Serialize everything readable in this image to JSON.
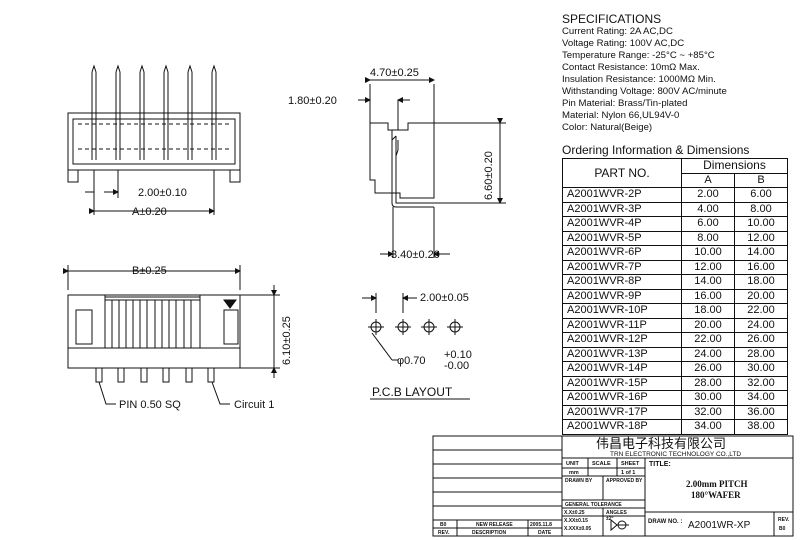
{
  "specifications": {
    "title": "SPECIFICATIONS",
    "lines": [
      "Current Rating: 2A AC,DC",
      "Voltage Rating: 100V AC,DC",
      "Temperature Range: -25°C ~ +85°C",
      "Contact Resistance: 10mΩ Max.",
      "Insulation Resistance: 1000MΩ Min.",
      "Withstanding Voltage: 800V AC/minute",
      "Pin Material: Brass/Tin-plated",
      "Material: Nylon 66,UL94V-0",
      "Color: Natural(Beige)"
    ]
  },
  "ordering": {
    "title": "Ordering Information & Dimensions",
    "header_part": "PART NO.",
    "header_dims": "Dimensions",
    "header_a": "A",
    "header_b": "B",
    "rows": [
      {
        "part": "A2001WVR-2P",
        "a": "2.00",
        "b": "6.00"
      },
      {
        "part": "A2001WVR-3P",
        "a": "4.00",
        "b": "8.00"
      },
      {
        "part": "A2001WVR-4P",
        "a": "6.00",
        "b": "10.00"
      },
      {
        "part": "A2001WVR-5P",
        "a": "8.00",
        "b": "12.00"
      },
      {
        "part": "A2001WVR-6P",
        "a": "10.00",
        "b": "14.00"
      },
      {
        "part": "A2001WVR-7P",
        "a": "12.00",
        "b": "16.00"
      },
      {
        "part": "A2001WVR-8P",
        "a": "14.00",
        "b": "18.00"
      },
      {
        "part": "A2001WVR-9P",
        "a": "16.00",
        "b": "20.00"
      },
      {
        "part": "A2001WVR-10P",
        "a": "18.00",
        "b": "22.00"
      },
      {
        "part": "A2001WVR-11P",
        "a": "20.00",
        "b": "24.00"
      },
      {
        "part": "A2001WVR-12P",
        "a": "22.00",
        "b": "26.00"
      },
      {
        "part": "A2001WVR-13P",
        "a": "24.00",
        "b": "28.00"
      },
      {
        "part": "A2001WVR-14P",
        "a": "26.00",
        "b": "30.00"
      },
      {
        "part": "A2001WVR-15P",
        "a": "28.00",
        "b": "32.00"
      },
      {
        "part": "A2001WVR-16P",
        "a": "30.00",
        "b": "34.00"
      },
      {
        "part": "A2001WVR-17P",
        "a": "32.00",
        "b": "36.00"
      },
      {
        "part": "A2001WVR-18P",
        "a": "34.00",
        "b": "38.00"
      }
    ]
  },
  "dimensions": {
    "pitch": "2.00±0.10",
    "a": "A±0.20",
    "b": "B±0.25",
    "height": "6.10±0.25",
    "side_width": "4.70±0.25",
    "side_offset": "1.80±0.20",
    "side_height": "6.60±0.20",
    "side_foot": "3.40±0.20",
    "pcb_pitch": "2.00±0.05",
    "hole_dia": "φ0.70",
    "hole_tol_plus": "+0.10",
    "hole_tol_minus": "-0.00",
    "pin_label": "PIN 0.50 SQ",
    "circuit_label": "Circuit 1",
    "pcb_layout": "P.C.B LAYOUT"
  },
  "title_block": {
    "company_cn": "伟昌电子科技有限公司",
    "company_en": "TRN ELECTRONIC TECHNOLOGY CO.,LTD",
    "unit": "UNIT",
    "scale": "SCALE",
    "sheet": "SHEET",
    "unit_val": "mm",
    "sheet_val": "1 of 1",
    "title_label": "TITLE:",
    "title_line1": "2.00mm PITCH",
    "title_line2": "180°WAFER",
    "drawn_by": "DRAWN BY",
    "approved_by": "APPROVED BY",
    "general_tolerance": "GENERAL TOLERANCE",
    "tol1": "X.X±0.25",
    "tol2": "X.XX±0.15",
    "tol3": "X.XXX±0.05",
    "angles": "ANGLES",
    "angles_val": "±2°",
    "dwg_label": "DRAW NO. :",
    "dwg_no": "A2001WR-XP",
    "rev_label": "REV.",
    "rev_no": "B0",
    "rev_col": "REV.",
    "desc_col": "DESCRIPTION",
    "date_col": "DATE",
    "rev_row_no": "B0",
    "rev_row_desc": "NEW RELEASE",
    "rev_row_date": "2005.11.8"
  }
}
